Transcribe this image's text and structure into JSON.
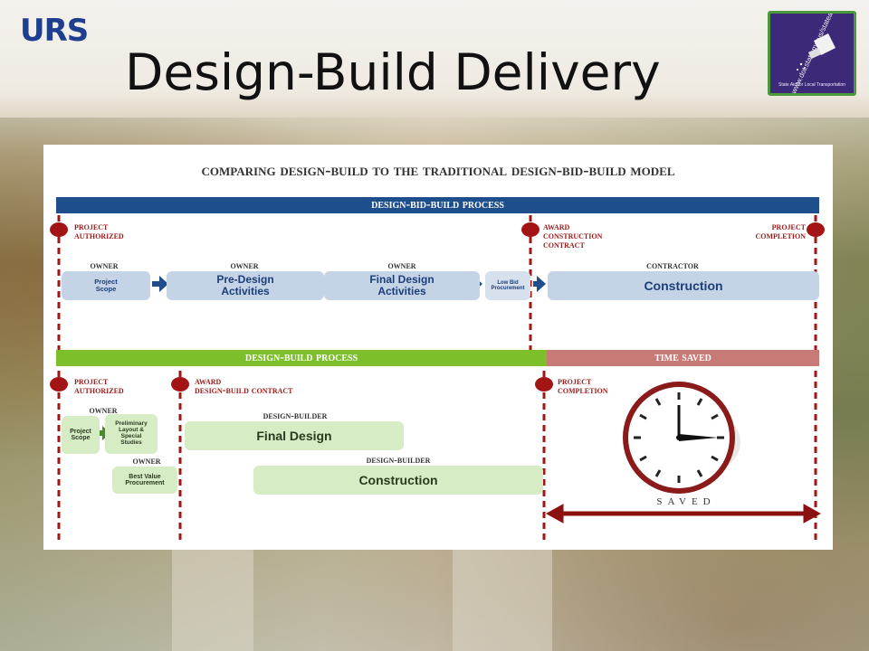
{
  "header": {
    "logo": "URS",
    "title": "Design-Build Delivery",
    "badge": {
      "url": "www.dot.state.mn.us/stateaid",
      "caption": "State Aid for Local Transportation"
    }
  },
  "diagram": {
    "title": "Comparing Design-Build to the Traditional Design-Bid-Build Model",
    "dbb": {
      "header": "Design-Bid-Build Process",
      "milestones": {
        "authorized": "Project\nAuthorized",
        "award": "Award\nConstruction\nContract",
        "completion": "Project\nCompletion"
      },
      "steps": [
        {
          "role": "Owner",
          "label": "Project\nScope"
        },
        {
          "role": "Owner",
          "label": "Pre-Design\nActivities"
        },
        {
          "role": "Owner",
          "label": "Final Design\nActivities"
        },
        {
          "role": "",
          "label": "Low Bid\nProcurement"
        },
        {
          "role": "Contractor",
          "label": "Construction"
        }
      ]
    },
    "db": {
      "header": "Design-Build  Process",
      "time_saved": "Time Saved",
      "milestones": {
        "authorized": "Project\nAuthorized",
        "award": "Award\nDesign-Build Contract",
        "completion": "Project\nCompletion"
      },
      "owner1": "Owner",
      "scope": "Project\nScope",
      "prelim": "Preliminary\nLayout &\nSpecial\nStudies",
      "owner2": "Owner",
      "procurement": "Best Value\nProcurement",
      "builder1": "Design-Builder",
      "final_design": "Final Design",
      "builder2": "Design-Builder",
      "construction": "Construction",
      "saved": "SAVED"
    },
    "colors": {
      "dbb_bar": "#1f4e8c",
      "db_bar": "#7dbf2a",
      "time_saved": "#c77a76",
      "milestone": "#a31414",
      "saved_arrow": "#8b1111"
    }
  }
}
